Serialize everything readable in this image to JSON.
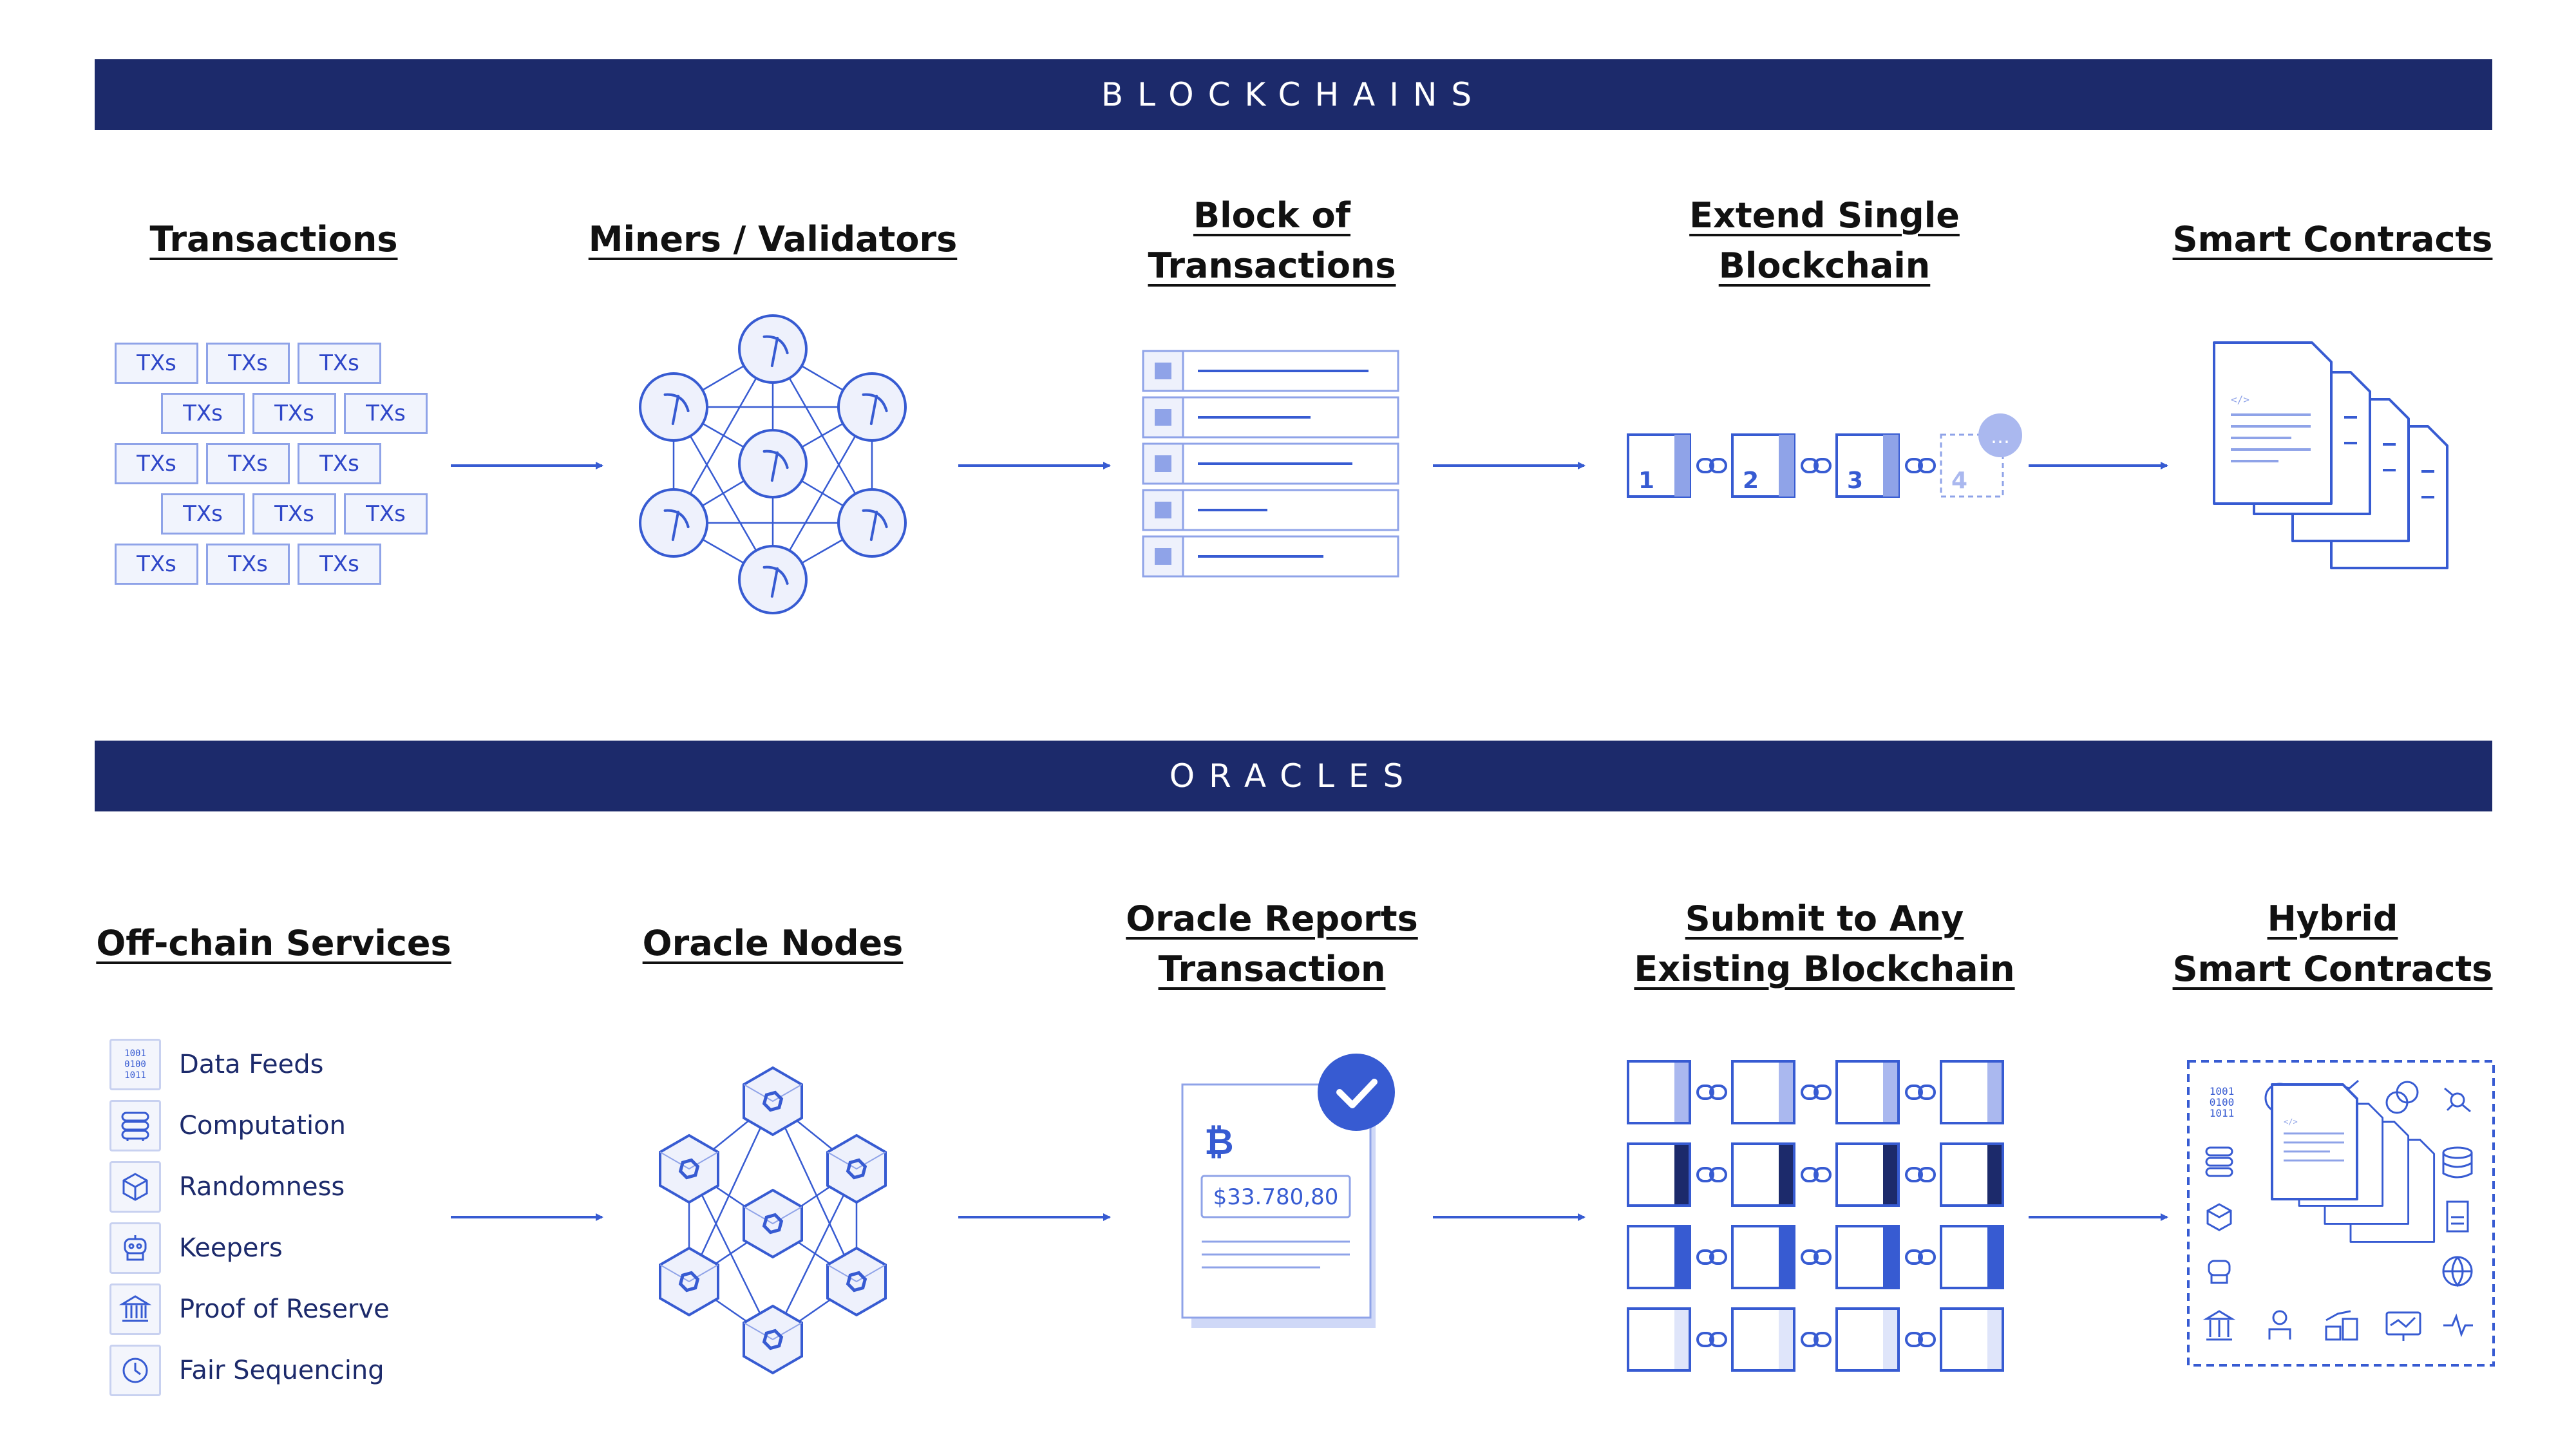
{
  "sections": {
    "blockchains": {
      "title": "BLOCKCHAINS"
    },
    "oracles": {
      "title": "ORACLES"
    }
  },
  "stages_top": [
    {
      "line1": "Transactions",
      "line2": ""
    },
    {
      "line1": "Miners / Validators",
      "line2": ""
    },
    {
      "line1": "Block of",
      "line2": "Transactions"
    },
    {
      "line1": "Extend Single",
      "line2": "Blockchain"
    },
    {
      "line1": "Smart Contracts",
      "line2": ""
    }
  ],
  "stages_bottom": [
    {
      "line1": "Off-chain Services",
      "line2": ""
    },
    {
      "line1": "Oracle Nodes",
      "line2": ""
    },
    {
      "line1": "Oracle Reports",
      "line2": "Transaction"
    },
    {
      "line1": "Submit to Any",
      "line2": "Existing Blockchain"
    },
    {
      "line1": "Hybrid",
      "line2": "Smart Contracts"
    }
  ],
  "tx_label": "TXs",
  "chain_numbers": [
    "1",
    "2",
    "3",
    "4"
  ],
  "pending_icon": "…",
  "services": [
    {
      "label": "Data Feeds",
      "icon": "binary-icon"
    },
    {
      "label": "Computation",
      "icon": "server-icon"
    },
    {
      "label": "Randomness",
      "icon": "cube-icon"
    },
    {
      "label": "Keepers",
      "icon": "robot-icon"
    },
    {
      "label": "Proof of Reserve",
      "icon": "bank-icon"
    },
    {
      "label": "Fair Sequencing",
      "icon": "clock-icon"
    }
  ],
  "binary_text": [
    "1001",
    "0100",
    "1011"
  ],
  "report": {
    "price": "$33.780,80",
    "currency_symbol": "₿"
  },
  "colors": {
    "navy": "#1c2a6b",
    "blue": "#375bd2",
    "light_blue": "#8fa3e8",
    "pale": "#eef1fc"
  }
}
